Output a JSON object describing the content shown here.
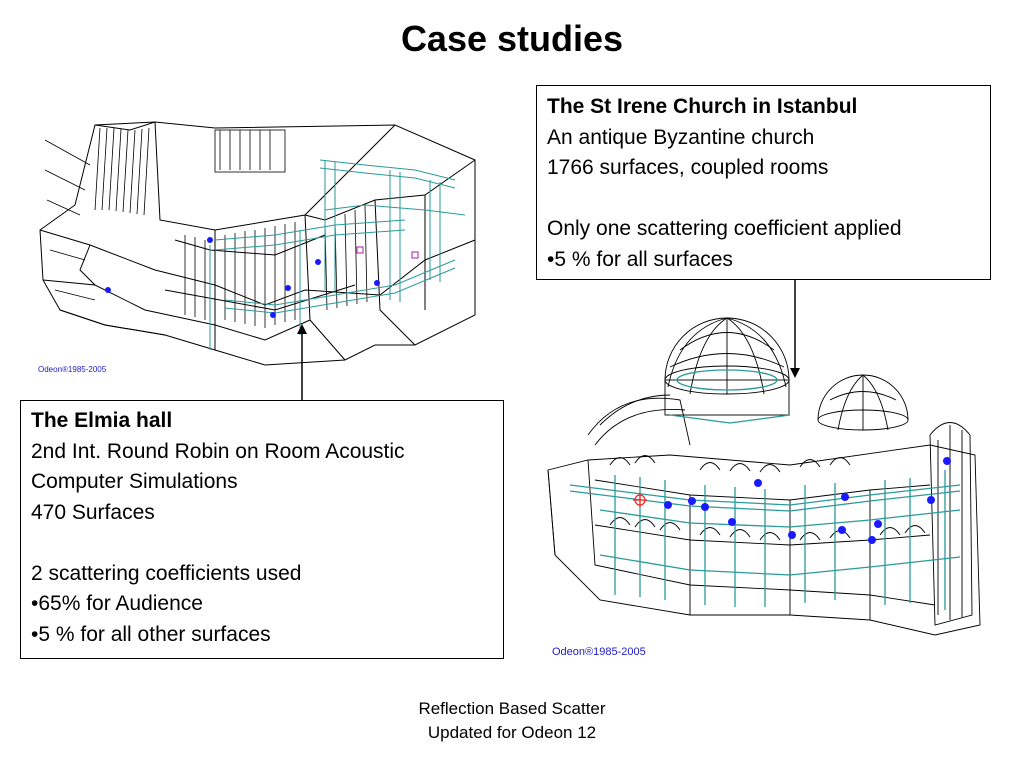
{
  "slide": {
    "title": "Case studies",
    "irene_box": {
      "heading": "The St Irene Church in Istanbul",
      "line1": "An antique Byzantine church",
      "line2": "1766 surfaces, coupled rooms",
      "line3": "Only one scattering coefficient applied",
      "line4": "•5 % for all surfaces"
    },
    "elmia_box": {
      "heading": "The Elmia hall",
      "line1": "2nd Int. Round Robin on Room Acoustic",
      "line2": "Computer Simulations",
      "line3": "470 Surfaces",
      "line4": "2 scattering coefficients used",
      "line5": "•65% for Audience",
      "line6": "•5 % for all other surfaces"
    },
    "elmia_copyright": "Odeon®1985-2005",
    "irene_copyright": "Odeon®1985-2005",
    "footer": {
      "line1": "Reflection Based Scatter",
      "line2": "Updated for Odeon 12"
    }
  },
  "colors": {
    "wireframe": "#000000",
    "teal_wireframe": "#2a9a9a",
    "receiver_dot": "#1a1aff",
    "source": "#ff2020",
    "copyright_text": "#1a1acc"
  }
}
